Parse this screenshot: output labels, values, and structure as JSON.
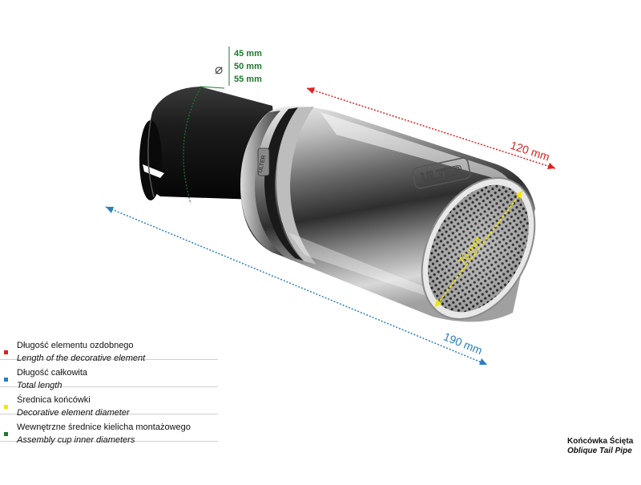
{
  "dimensions": {
    "diameter_symbol": "⌀",
    "diameters": [
      "45 mm",
      "50 mm",
      "55 mm"
    ],
    "decorative_length": "120 mm",
    "total_length": "190 mm",
    "tip_diameter": "70 mm"
  },
  "brand_mark": "ULTER",
  "legend": [
    {
      "pl": "Długość elementu ozdobnego",
      "en": "Length of the decorative element",
      "color": "#e02020"
    },
    {
      "pl": "Długość całkowita",
      "en": "Total length",
      "color": "#2a7fc0"
    },
    {
      "pl": "Średnica końcówki",
      "en": "Decorative element diameter",
      "color": "#f2e600"
    },
    {
      "pl": "Wewnętrzne średnice kielicha montażowego",
      "en": "Assembly cup inner diameters",
      "color": "#1e7a2c"
    }
  ],
  "product": {
    "pl": "Końcówka Ścięta",
    "en": "Oblique Tail Pipe"
  },
  "colors": {
    "red_dim": "#e02020",
    "blue_dim": "#2a7fc0",
    "yellow_dim": "#f2e600",
    "green_dim": "#1e7a2c"
  }
}
